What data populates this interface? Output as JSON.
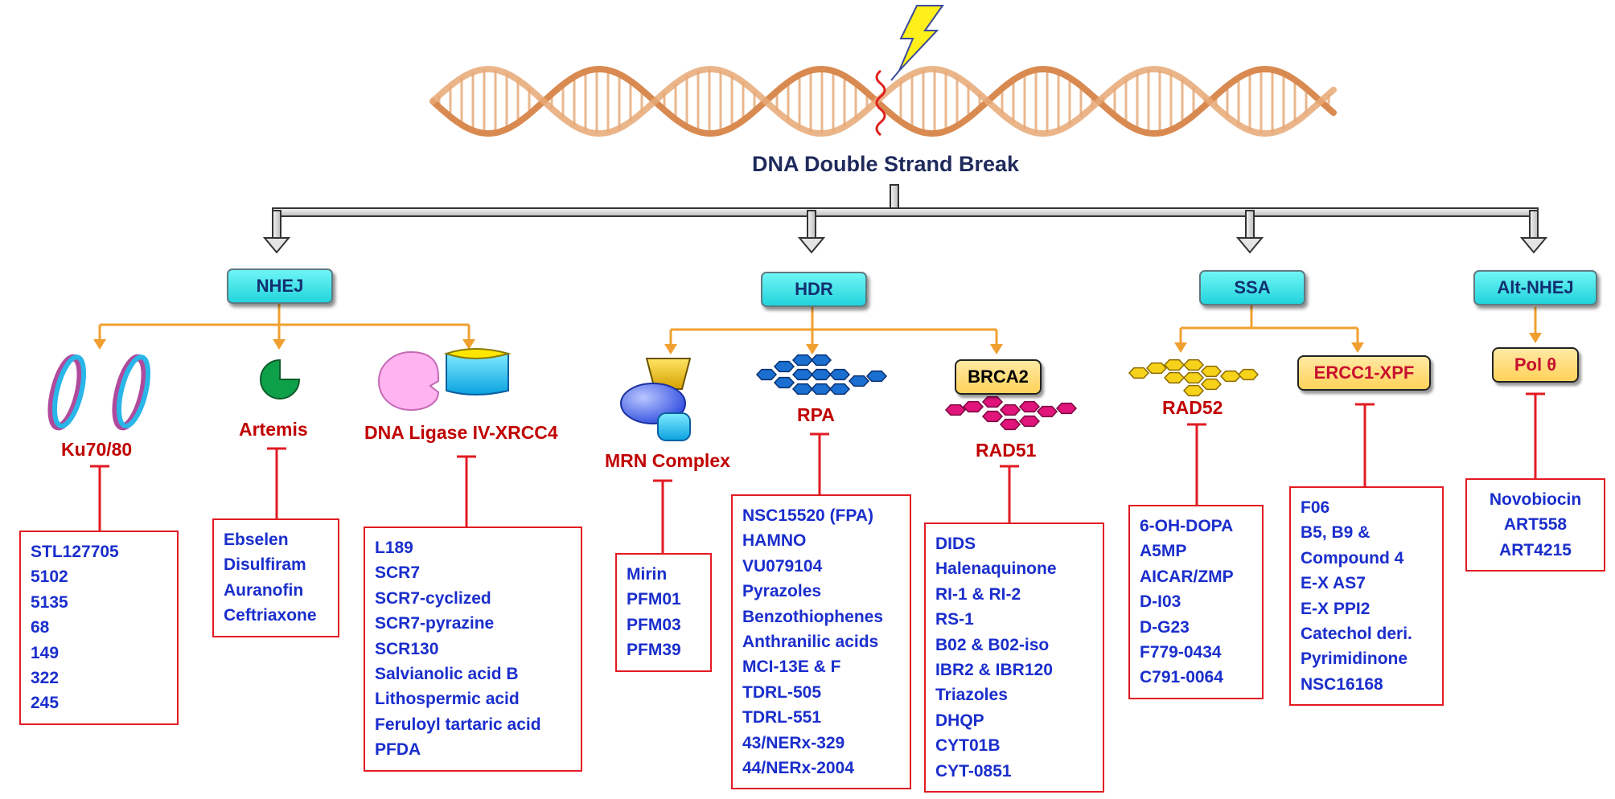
{
  "title": "DNA Double Strand Break",
  "pathways": {
    "nhej": "NHEJ",
    "hdr": "HDR",
    "ssa": "SSA",
    "alt": "Alt-NHEJ"
  },
  "proteins": {
    "ku": "Ku70/80",
    "artemis": "Artemis",
    "ligase": "DNA Ligase IV-XRCC4",
    "mrn": "MRN Complex",
    "rpa": "RPA",
    "brca2": "BRCA2",
    "rad51": "RAD51",
    "rad52": "RAD52",
    "ercc1": "ERCC1-XPF",
    "pol": "Pol θ"
  },
  "inhibitors": {
    "ku": [
      "STL127705",
      "5102",
      "5135",
      "68",
      "149",
      "322",
      "245"
    ],
    "artemis": [
      "Ebselen",
      "Disulfiram",
      "Auranofin",
      "Ceftriaxone"
    ],
    "ligase": [
      "L189",
      "SCR7",
      "SCR7-cyclized",
      "SCR7-pyrazine",
      "SCR130",
      "Salvianolic acid B",
      "Lithospermic acid",
      "Feruloyl tartaric acid",
      "PFDA"
    ],
    "mrn": [
      "Mirin",
      "PFM01",
      "PFM03",
      "PFM39"
    ],
    "rpa": [
      "NSC15520 (FPA)",
      "HAMNO",
      "VU079104",
      "Pyrazoles",
      "Benzothiophenes",
      "Anthranilic acids",
      "MCI-13E & F",
      "TDRL-505",
      "TDRL-551",
      "43/NERx-329",
      "44/NERx-2004"
    ],
    "rad51": [
      "DIDS",
      "Halenaquinone",
      "RI-1 & RI-2",
      "RS-1",
      "B02 & B02-iso",
      "IBR2 & IBR120",
      "Triazoles",
      "DHQP",
      "CYT01B",
      "CYT-0851"
    ],
    "rad52": [
      "6-OH-DOPA",
      "A5MP",
      "AICAR/ZMP",
      "D-I03",
      "D-G23",
      "F779-0434",
      "C791-0064"
    ],
    "ercc1": [
      "F06",
      "B5, B9 &",
      "Compound 4",
      "E-X AS7",
      "E-X PPI2",
      "Catechol deri.",
      "Pyrimidinone",
      "NSC16168"
    ],
    "pol": [
      "Novobiocin",
      "ART558",
      "ART4215"
    ]
  },
  "icons": {
    "dna": "dna-double-helix-icon",
    "break": "lightning-bolt-icon"
  },
  "colors": {
    "pathway_fill": "#22d4dc",
    "protein_text": "#c00000",
    "inhibitor_text": "#1a2ecc",
    "inhibitor_border": "#e21b23",
    "branch_orange": "#f0a030",
    "helix": "#d98a50"
  }
}
